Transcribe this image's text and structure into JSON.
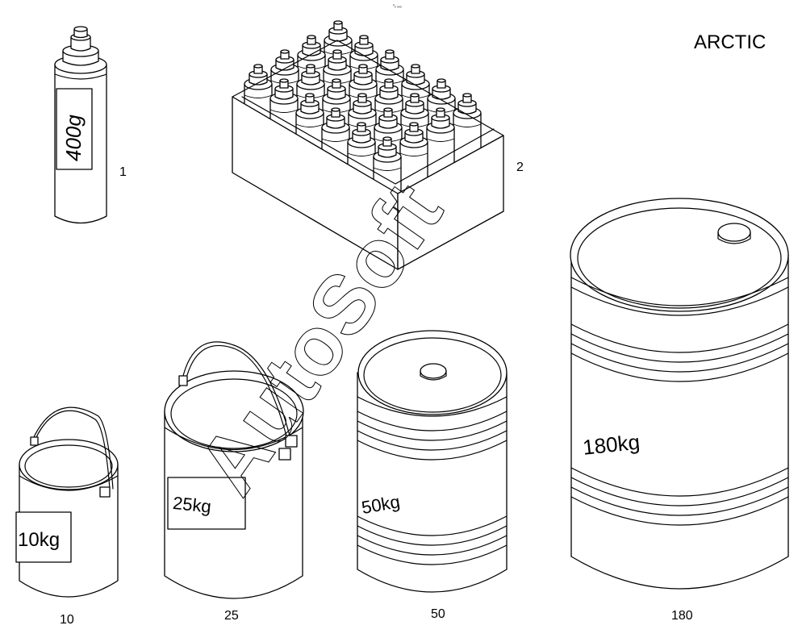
{
  "header": {
    "brand": "ARCTIC",
    "tiny_mark": "⁰ₒ ₒₒₒ"
  },
  "watermark": "AutoSoft",
  "items": [
    {
      "id": "1",
      "label": "400g",
      "callout": "1"
    },
    {
      "id": "2",
      "label": "",
      "callout": "2"
    },
    {
      "id": "10",
      "label": "10kg",
      "callout": "10"
    },
    {
      "id": "25",
      "label": "25kg",
      "callout": "25"
    },
    {
      "id": "50",
      "label": "50kg",
      "callout": "50"
    },
    {
      "id": "180",
      "label": "180kg",
      "callout": "180"
    }
  ]
}
